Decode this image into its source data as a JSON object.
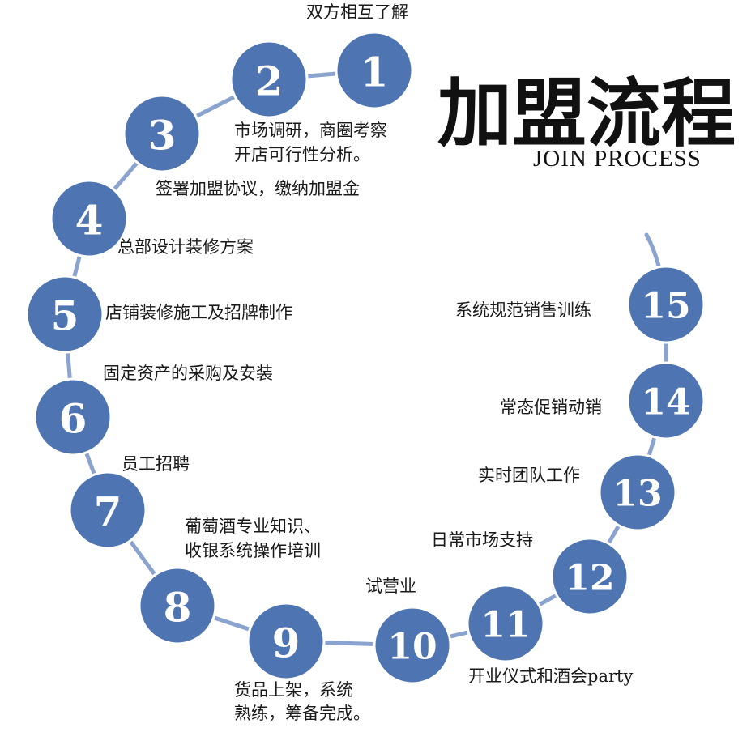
{
  "title": {
    "main": "加盟流程",
    "sub": "JOIN PROCESS"
  },
  "colors": {
    "circle": "#4e74b2",
    "connector": "#8aa3cf",
    "text": "#1a1a1a"
  },
  "steps": [
    {
      "number": "1",
      "label": [
        "双方相互了解"
      ]
    },
    {
      "number": "2",
      "label": [
        "市场调研，商圈考察",
        "开店可行性分析。"
      ]
    },
    {
      "number": "3",
      "label": [
        "签署加盟协议，缴纳加盟金"
      ]
    },
    {
      "number": "4",
      "label": [
        "总部设计装修方案"
      ]
    },
    {
      "number": "5",
      "label": [
        "店铺装修施工及招牌制作"
      ]
    },
    {
      "number": "6",
      "label": [
        "固定资产的采购及安装"
      ]
    },
    {
      "number": "7",
      "label": [
        "员工招聘"
      ]
    },
    {
      "number": "8",
      "label": [
        "葡萄酒专业知识、",
        "收银系统操作培训"
      ]
    },
    {
      "number": "9",
      "label": [
        "货品上架，系统",
        "熟练，筹备完成。"
      ]
    },
    {
      "number": "10",
      "label": [
        "试营业"
      ]
    },
    {
      "number": "11",
      "label": [
        "开业仪式和酒会party"
      ]
    },
    {
      "number": "12",
      "label": [
        "日常市场支持"
      ]
    },
    {
      "number": "13",
      "label": [
        "实时团队工作"
      ]
    },
    {
      "number": "14",
      "label": [
        "常态促销动销"
      ]
    },
    {
      "number": "15",
      "label": [
        "系统规范销售训练"
      ]
    }
  ]
}
